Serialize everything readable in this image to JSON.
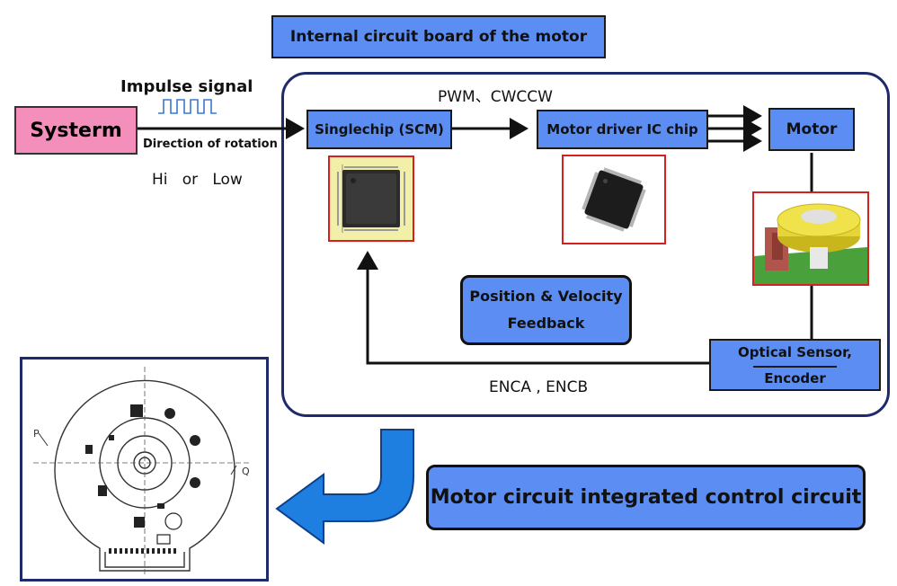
{
  "title": "Internal circuit board of the motor",
  "system": {
    "label": "Systerm"
  },
  "input_signal": {
    "impulse_label": "Impulse signal",
    "direction_label": "Direction of rotation",
    "level_label": "Hi   or   Low"
  },
  "blocks": {
    "scm": "Singlechip (SCM)",
    "driver": "Motor driver IC chip",
    "motor": "Motor",
    "sensor_line1": "Optical Sensor,",
    "sensor_line2": "Encoder"
  },
  "signals": {
    "pwm": "PWM、CWCCW",
    "encoder": "ENCA , ENCB"
  },
  "feedback": {
    "line1": "Position & Velocity",
    "line2": "Feedback"
  },
  "caption": "Motor circuit integrated control circuit",
  "schematic_labels": {
    "p": "P",
    "q": "Q"
  },
  "colors": {
    "block_blue": "#5b8df2",
    "system_pink": "#f48fbb",
    "panel_border": "#1f2a6b",
    "chip_frame_red": "#d61f1f",
    "big_arrow_blue": "#1e7fe0"
  }
}
